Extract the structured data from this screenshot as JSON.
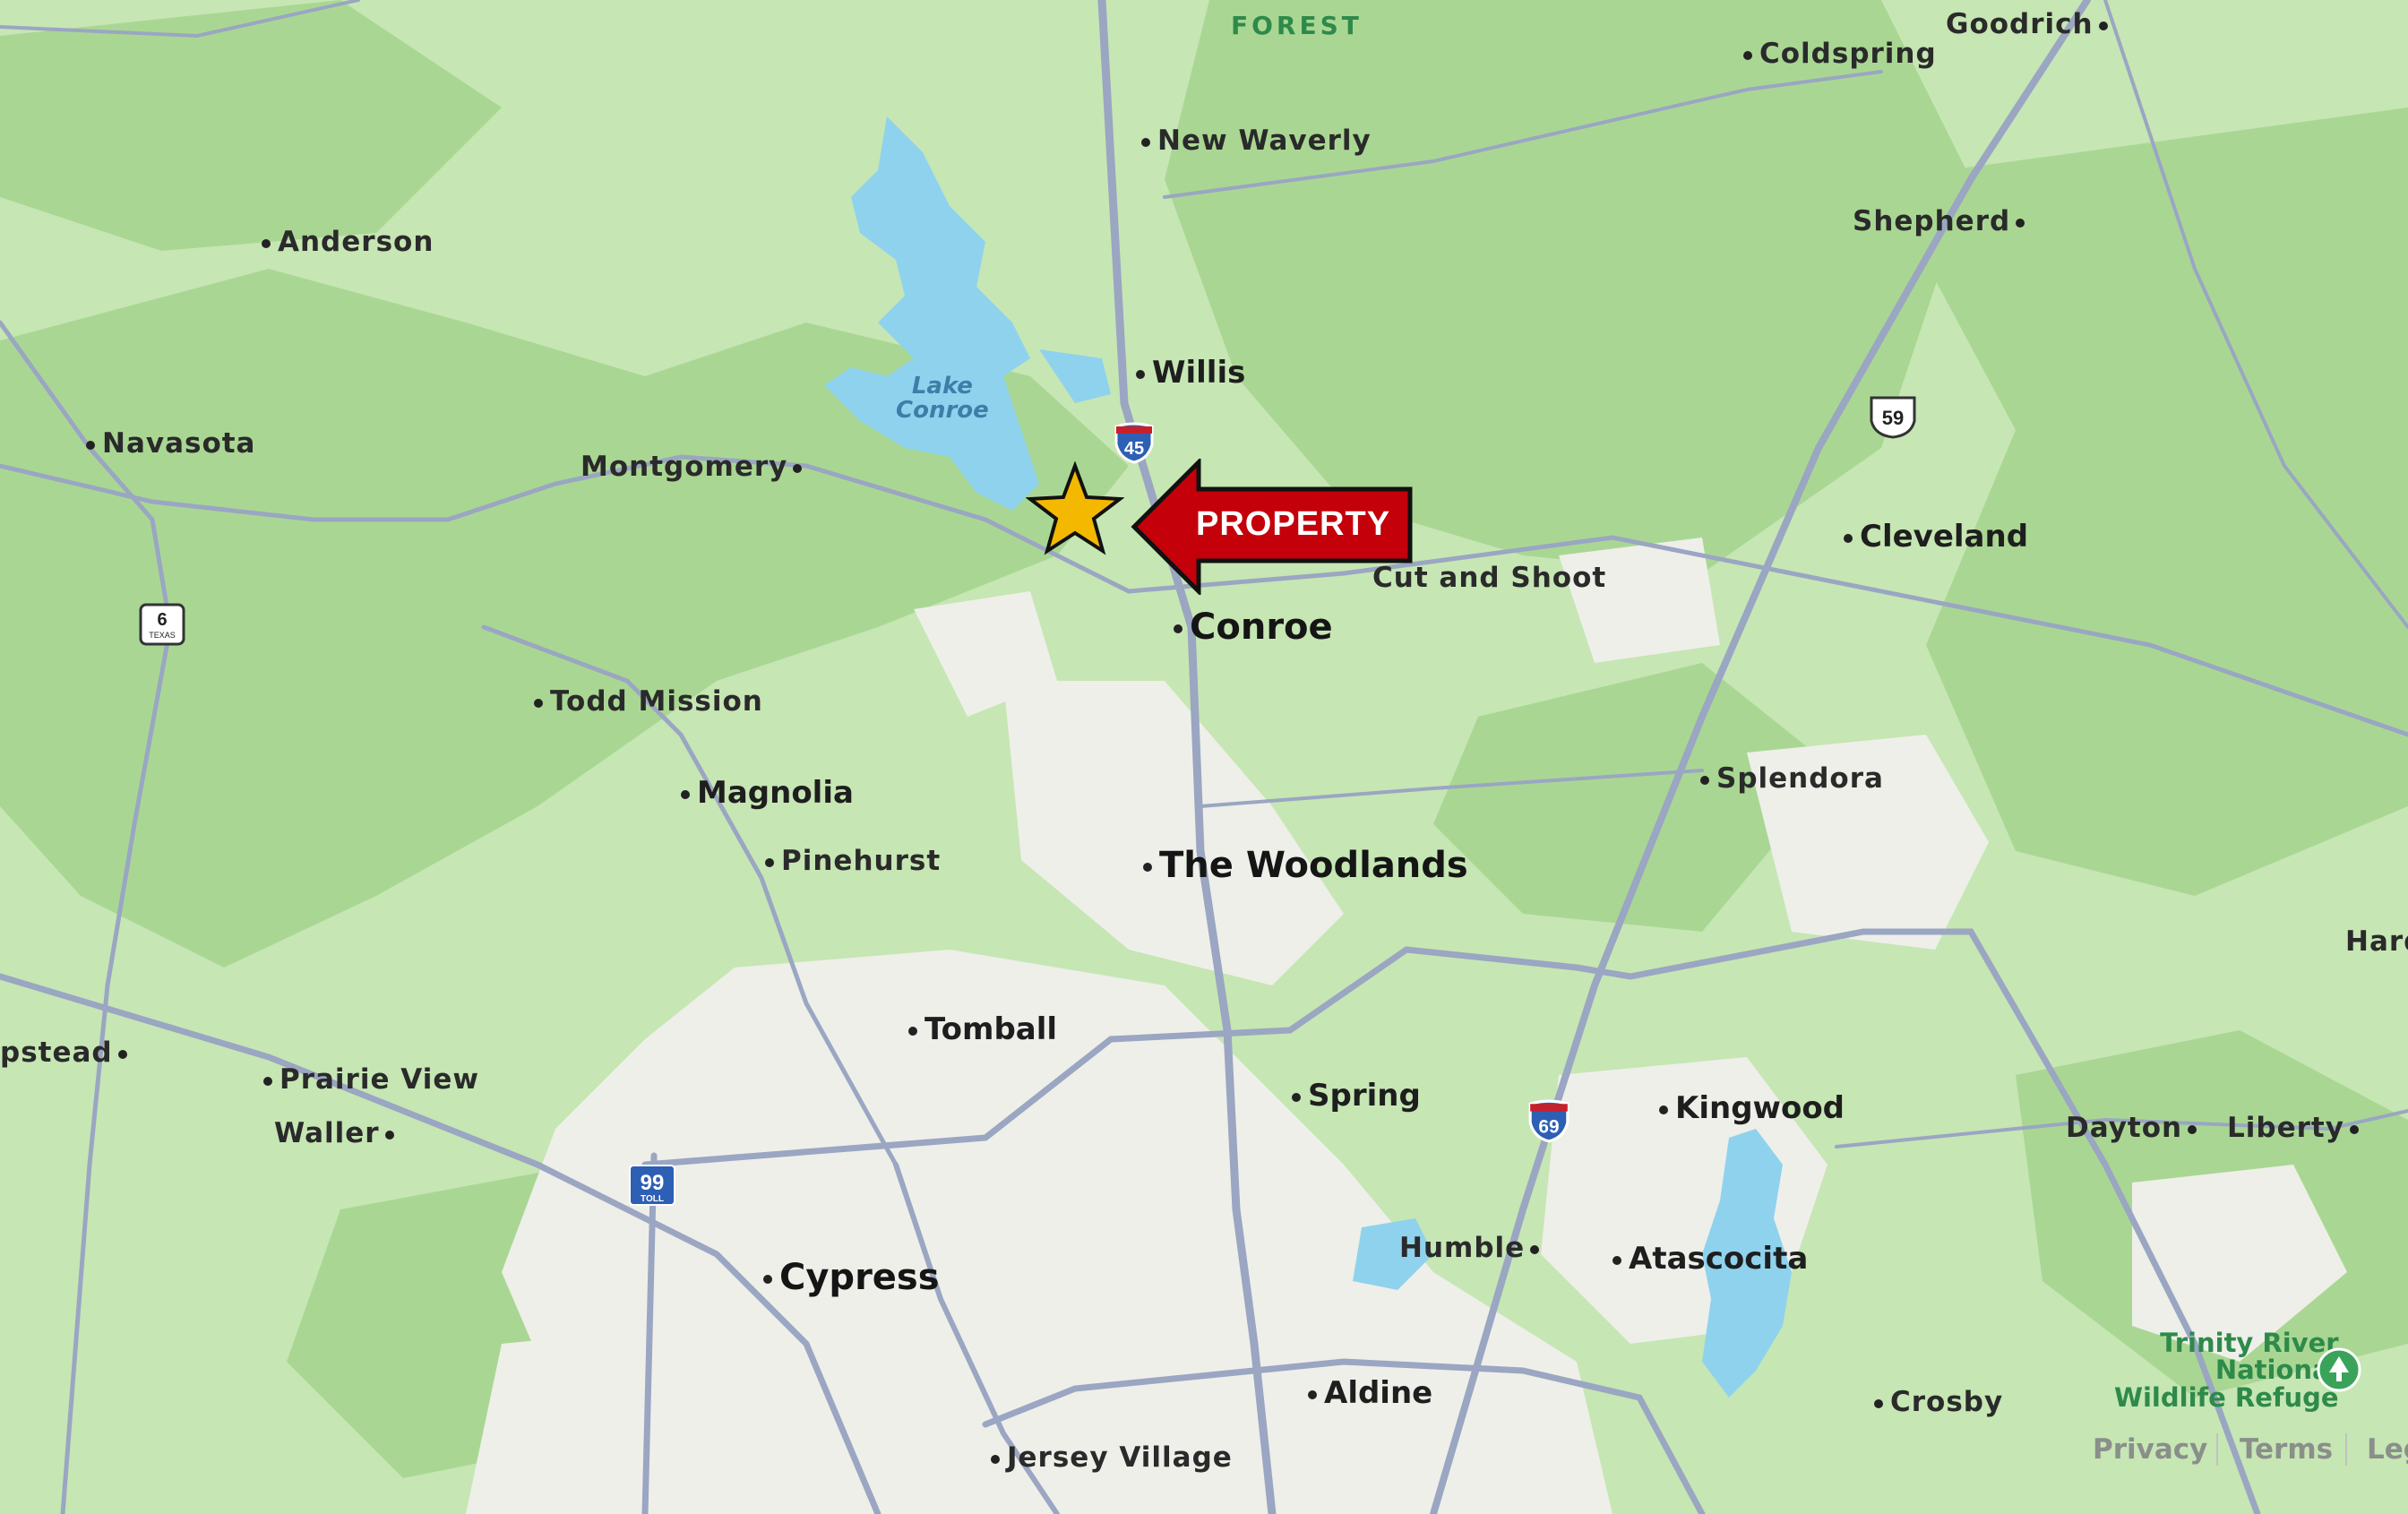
{
  "map": {
    "places": [
      {
        "id": "coldspring",
        "label": "Coldspring"
      },
      {
        "id": "goodrich",
        "label": "Goodrich"
      },
      {
        "id": "new-waverly",
        "label": "New Waverly"
      },
      {
        "id": "anderson",
        "label": "Anderson"
      },
      {
        "id": "shepherd",
        "label": "Shepherd"
      },
      {
        "id": "willis",
        "label": "Willis"
      },
      {
        "id": "navasota",
        "label": "Navasota"
      },
      {
        "id": "montgomery",
        "label": "Montgomery"
      },
      {
        "id": "cut-and-shoot",
        "label": "Cut and Shoot"
      },
      {
        "id": "cleveland",
        "label": "Cleveland"
      },
      {
        "id": "conroe",
        "label": "Conroe"
      },
      {
        "id": "todd-mission",
        "label": "Todd Mission"
      },
      {
        "id": "splendora",
        "label": "Splendora"
      },
      {
        "id": "magnolia",
        "label": "Magnolia"
      },
      {
        "id": "pinehurst",
        "label": "Pinehurst"
      },
      {
        "id": "the-woodlands",
        "label": "The Woodlands"
      },
      {
        "id": "hard",
        "label": "Hard"
      },
      {
        "id": "tomball",
        "label": "Tomball"
      },
      {
        "id": "pstead",
        "label": "pstead"
      },
      {
        "id": "prairie-view",
        "label": "Prairie View"
      },
      {
        "id": "spring",
        "label": "Spring"
      },
      {
        "id": "kingwood",
        "label": "Kingwood"
      },
      {
        "id": "dayton",
        "label": "Dayton"
      },
      {
        "id": "liberty",
        "label": "Liberty"
      },
      {
        "id": "waller",
        "label": "Waller"
      },
      {
        "id": "humble",
        "label": "Humble"
      },
      {
        "id": "atascocita",
        "label": "Atascocita"
      },
      {
        "id": "cypress",
        "label": "Cypress"
      },
      {
        "id": "aldine",
        "label": "Aldine"
      },
      {
        "id": "crosby",
        "label": "Crosby"
      },
      {
        "id": "jersey-village",
        "label": "Jersey Village"
      }
    ],
    "water_label_line1": "Lake",
    "water_label_line2": "Conroe",
    "forest_label": "FOREST",
    "refuge_line1": "Trinity River",
    "refuge_line2": "National",
    "refuge_line3": "Wildlife Refuge",
    "shields": {
      "i45": "45",
      "us59": "59",
      "tx6": "6",
      "tx6_sub": "TEXAS",
      "tx99": "99",
      "tx99_sub": "TOLL",
      "i69": "69"
    },
    "marker_label": "PROPERTY",
    "footer": {
      "privacy": "Privacy",
      "terms": "Terms",
      "legal": "Leg"
    },
    "colors": {
      "land": "#c6e6b4",
      "forest": "#a6d68f",
      "urban": "#eeefe9",
      "water": "#8fd2ee",
      "road": "#9aa6c2",
      "marker_red": "#c4000a",
      "star": "#f5b800"
    }
  }
}
